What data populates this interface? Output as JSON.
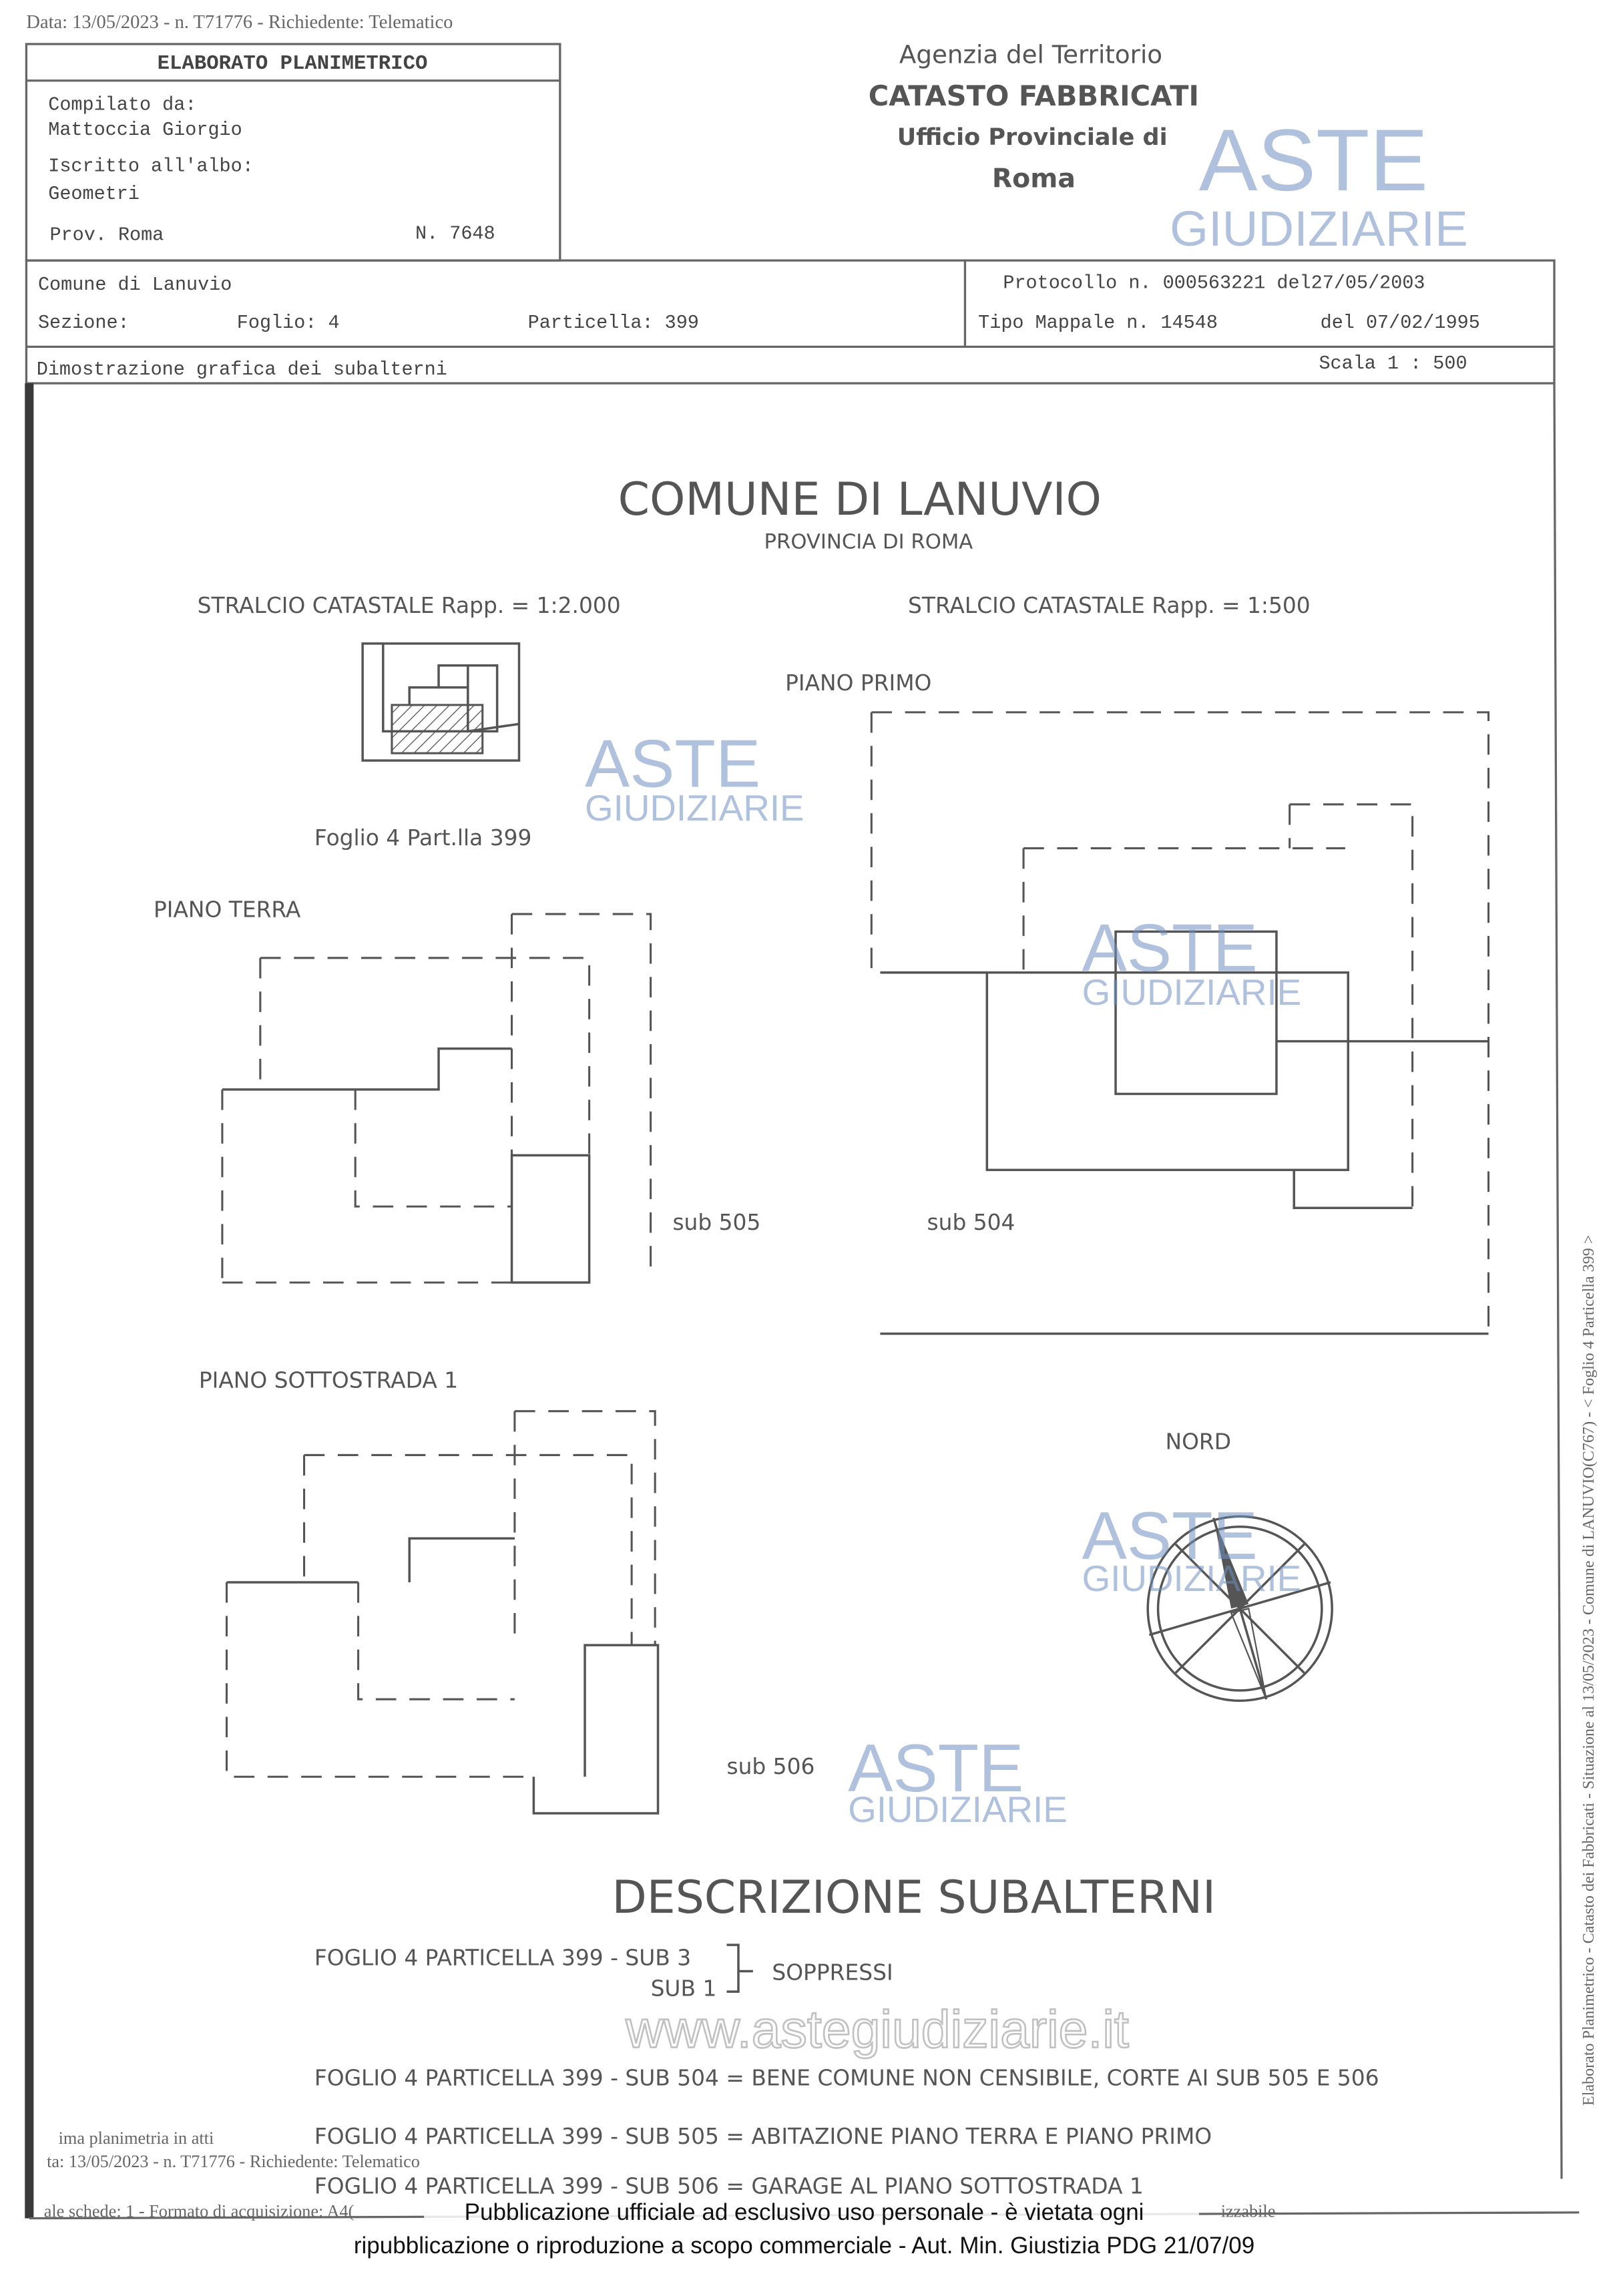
{
  "top_meta": "Data: 13/05/2023 - n. T71776 - Richiedente: Telematico",
  "header_box": {
    "title": "ELABORATO PLANIMETRICO",
    "compilato_label": "Compilato da:",
    "compilato_name": "Mattoccia Giorgio",
    "iscritto_label": "Iscritto all'albo:",
    "iscritto_value": "Geometri",
    "prov": "Prov. Roma",
    "numero": "N.  7648"
  },
  "agency": {
    "line1": "Agenzia del Territorio",
    "line2": "CATASTO FABBRICATI",
    "line3": "Ufficio Provinciale di",
    "line4": "Roma"
  },
  "info_rows": {
    "comune": "Comune di Lanuvio",
    "sezione": "Sezione:",
    "foglio": "Foglio: 4",
    "particella": "Particella: 399",
    "protocollo": "Protocollo n. 000563221  del27/05/2003",
    "tipo_mappale": "Tipo Mappale n. 14548",
    "tipo_mappale_date": "del 07/02/1995",
    "dimostrazione": "Dimostrazione grafica dei subalterni",
    "scala": "Scala 1 : 500"
  },
  "drawing": {
    "title": "COMUNE DI LANUVIO",
    "subtitle": "PROVINCIA DI ROMA",
    "stralcio_2000": "STRALCIO CATASTALE Rapp. = 1:2.000",
    "stralcio_500": "STRALCIO CATASTALE Rapp. = 1:500",
    "foglio_caption": "Foglio 4 Part.lla 399",
    "piano_terra": "PIANO TERRA",
    "piano_primo": "PIANO PRIMO",
    "piano_sottostrada": "PIANO SOTTOSTRADA 1",
    "sub_505": "sub 505",
    "sub_504": "sub 504",
    "sub_506": "sub 506",
    "nord": "NORD"
  },
  "descrizione": {
    "title": "DESCRIZIONE SUBALTERNI",
    "soppressi_line1": "FOGLIO 4 PARTICELLA 399 - SUB 3",
    "soppressi_line2": "SUB 1",
    "soppressi_label": "SOPPRESSI",
    "items": [
      "FOGLIO 4 PARTICELLA 399 - SUB 504  = BENE COMUNE NON CENSIBILE, CORTE AI SUB 505 E 506",
      "FOGLIO 4 PARTICELLA 399 - SUB 505 = ABITAZIONE PIANO TERRA E PIANO PRIMO",
      "FOGLIO 4 PARTICELLA 399 - SUB 506 = GARAGE AL PIANO SOTTOSTRADA 1"
    ]
  },
  "footer": {
    "ultima": "ima planimetria in atti",
    "data": "ta: 13/05/2023 - n. T71776 - Richiedente: Telematico",
    "schede": "ale schede: 1 - Formato di acquisizione: A4(",
    "schede_end": "izzabile",
    "side_text": "Elaborato Planimetrico - Catasto dei Fabbricati - Situazione al 13/05/2023 - Comune di LANUVIO(C767) - < Foglio 4 Particella 399 >",
    "notice_line1": "Pubblicazione ufficiale ad esclusivo uso personale - è vietata ogni",
    "notice_line2": "ripubblicazione o riproduzione a scopo commerciale - Aut. Min. Giustizia PDG 21/07/09"
  },
  "watermark": {
    "aste": "ASTE",
    "giudiziarie": "GIUDIZIARIE",
    "url": "www.astegiudiziarie.it",
    "color": "#6f8fc0"
  }
}
